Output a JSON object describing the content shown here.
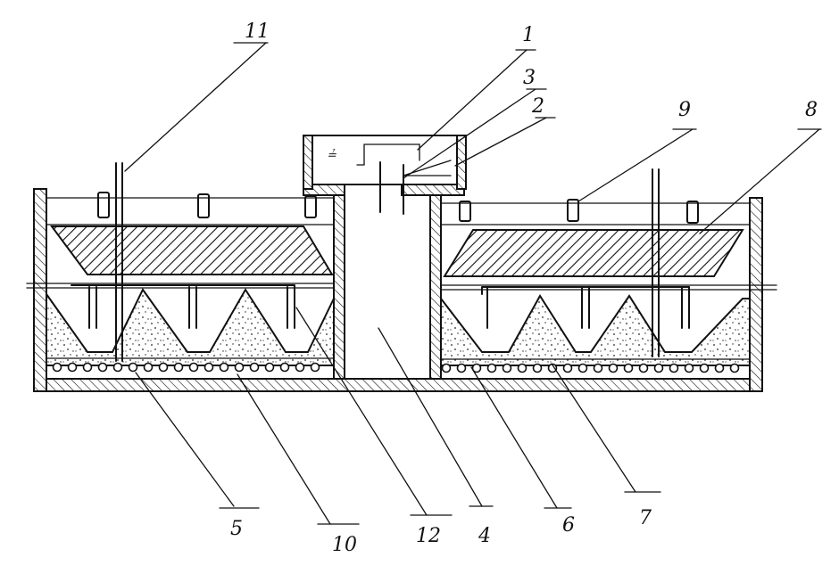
{
  "diagram": {
    "callout_labels": [
      {
        "id": "label-11",
        "text": "11"
      },
      {
        "id": "label-1",
        "text": "1"
      },
      {
        "id": "label-3",
        "text": "3"
      },
      {
        "id": "label-2",
        "text": "2"
      },
      {
        "id": "label-9",
        "text": "9"
      },
      {
        "id": "label-8",
        "text": "8"
      },
      {
        "id": "label-5",
        "text": "5"
      },
      {
        "id": "label-10",
        "text": "10"
      },
      {
        "id": "label-12",
        "text": "12"
      },
      {
        "id": "label-4",
        "text": "4"
      },
      {
        "id": "label-6",
        "text": "6"
      },
      {
        "id": "label-7",
        "text": "7"
      }
    ],
    "inner_mark": "≟"
  }
}
